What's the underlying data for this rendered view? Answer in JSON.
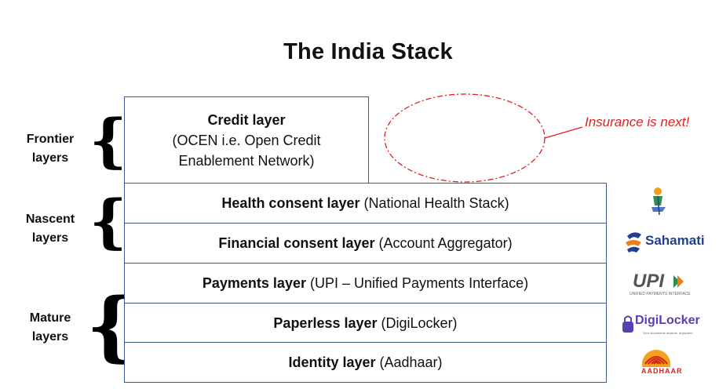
{
  "title": "The India Stack",
  "groups": [
    {
      "label": "Frontier\nlayers"
    },
    {
      "label": "Nascent\nlayers"
    },
    {
      "label": "Mature\nlayers"
    }
  ],
  "credit_layer": {
    "name": "Credit layer",
    "line1": "(OCEN i.e. Open Credit",
    "line2": "Enablement Network)"
  },
  "layers": [
    {
      "name": "Health consent layer",
      "detail": "(National Health Stack)"
    },
    {
      "name": "Financial consent layer",
      "detail": "(Account Aggregator)"
    },
    {
      "name": "Payments layer",
      "detail": "(UPI – Unified Payments Interface)"
    },
    {
      "name": "Paperless layer",
      "detail": "(DigiLocker)"
    },
    {
      "name": "Identity layer",
      "detail": "(Aadhaar)"
    }
  ],
  "annotation": "Insurance is next!",
  "logos": {
    "health": {
      "icon": "national-health-stack-icon"
    },
    "sahamati": {
      "text": "Sahamati"
    },
    "upi": {
      "text": "UPI",
      "tagline": "UNIFIED PAYMENTS INTERFACE"
    },
    "digilocker": {
      "text": "DigiLocker",
      "tagline": "Your documents anytime, anywhere"
    },
    "aadhaar": {
      "text": "AADHAAR"
    }
  },
  "colors": {
    "box_border": "#3b5b8c",
    "annotation": "#e02020",
    "sahamati_orange": "#f07c1e",
    "sahamati_blue": "#1f3f8f",
    "digilocker_purple": "#5b3fb0",
    "aadhaar_orange": "#f2a01d",
    "aadhaar_red": "#d0231c"
  }
}
